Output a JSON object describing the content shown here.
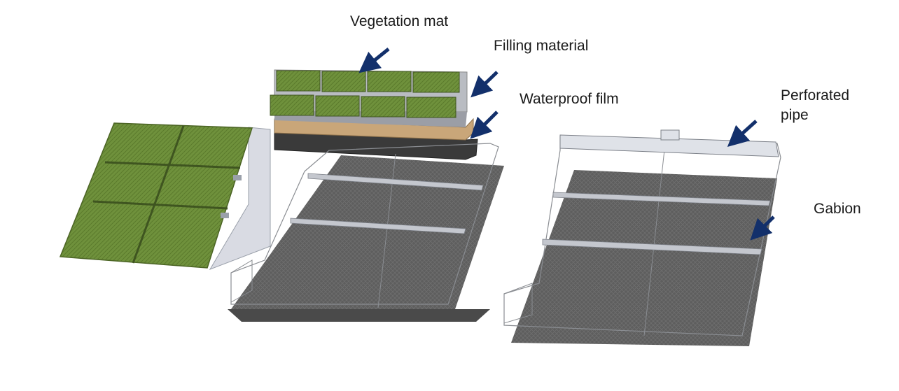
{
  "labels": {
    "vegetation_mat": "Vegetation mat",
    "filling_material": "Filling material",
    "waterproof_film": "Waterproof film",
    "perforated_pipe_line1": "Perforated",
    "perforated_pipe_line2": "pipe",
    "gabion": "Gabion"
  },
  "colors": {
    "vegetation": "#6b8e3a",
    "filling": "#c9a679",
    "film": "#3c3c3c",
    "gabion_fill": "#5a5a5a",
    "arrow": "#13306b"
  }
}
